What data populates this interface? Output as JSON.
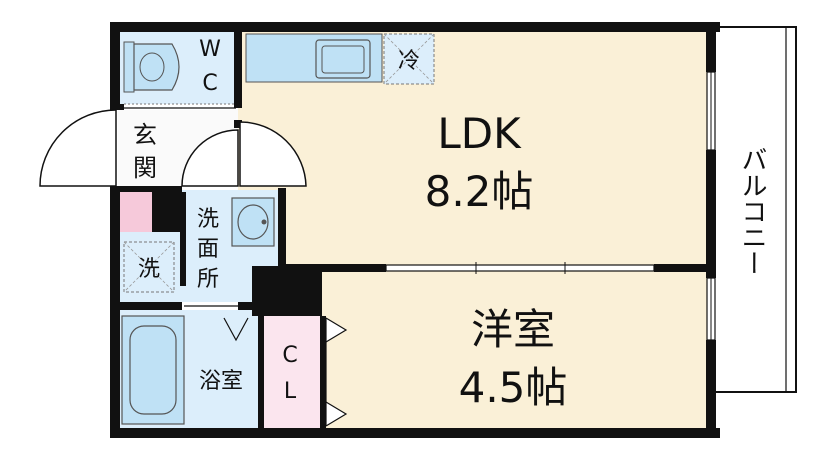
{
  "rooms": {
    "ldk": {
      "name": "LDK",
      "size": "8.2帖"
    },
    "western": {
      "name": "洋室",
      "size": "4.5帖"
    },
    "balcony": {
      "name": "バルコニー"
    },
    "wc": {
      "line1": "W",
      "line2": "C"
    },
    "entrance": {
      "line1": "玄",
      "line2": "関"
    },
    "washroom": {
      "line1": "洗",
      "line2": "面",
      "line3": "所"
    },
    "bath": {
      "name": "浴室"
    },
    "closet": {
      "line1": "C",
      "line2": "L"
    }
  },
  "fixtures": {
    "fridge": "冷",
    "washer": "洗"
  },
  "colors": {
    "floor": "#faf0d7",
    "wet_area": "#dceefb",
    "fixture": "#bfe1f5",
    "entrance": "#fafafa",
    "closet": "#fbe5ee",
    "shoe_box": "#f6c9da",
    "wall": "#111111"
  },
  "icons": [
    "toilet-icon",
    "washbasin-icon",
    "bathtub-icon",
    "kitchen-sink-icon"
  ]
}
